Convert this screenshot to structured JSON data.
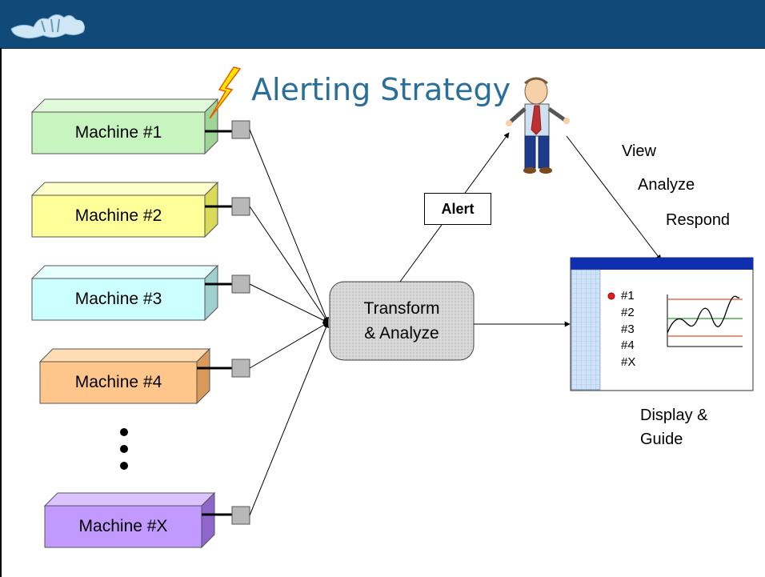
{
  "title": "Alerting Strategy",
  "machines": [
    {
      "label": "Machine #1",
      "color": "#c8f5bf"
    },
    {
      "label": "Machine #2",
      "color": "#ffff99"
    },
    {
      "label": "Machine #3",
      "color": "#ccffff"
    },
    {
      "label": "Machine #4",
      "color": "#ffc68c"
    },
    {
      "label": "Machine #X",
      "color": "#c299ff"
    }
  ],
  "process": {
    "line1": "Transform",
    "line2": "& Analyze"
  },
  "alert_label": "Alert",
  "actions": [
    "View",
    "Analyze",
    "Respond"
  ],
  "display": {
    "items": [
      "#1",
      "#2",
      "#3",
      "#4",
      "#X"
    ],
    "caption_line1": "Display &",
    "caption_line2": "Guide"
  },
  "colors": {
    "header": "#0f4a78",
    "title": "#2a6f9a",
    "window_titlebar": "#0d2fb0",
    "chart_upper_line": "#e0552a",
    "chart_mid_line": "#2a9a2a",
    "status_dot": "#e02020"
  },
  "icons": [
    "logo-icon",
    "lightning-bolt-icon",
    "person-icon"
  ]
}
